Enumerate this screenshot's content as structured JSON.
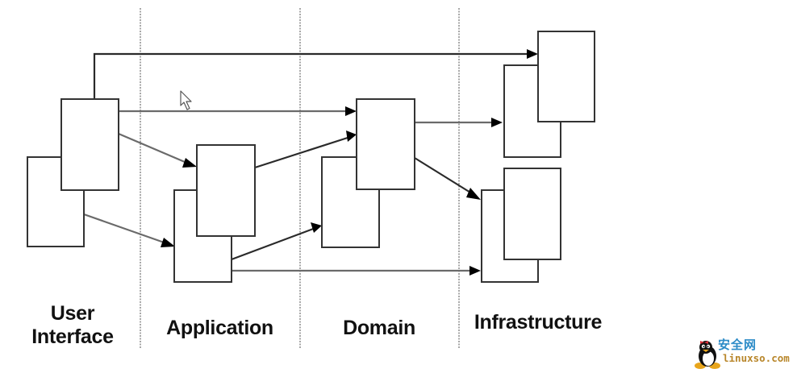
{
  "diagram": {
    "type": "layered-architecture",
    "layers": [
      {
        "id": "user-interface",
        "label": "User\nInterface",
        "label_lines": [
          "User",
          "Interface"
        ]
      },
      {
        "id": "application",
        "label": "Application"
      },
      {
        "id": "domain",
        "label": "Domain"
      },
      {
        "id": "infrastructure",
        "label": "Infrastructure"
      }
    ],
    "components": [
      {
        "id": "ui-back",
        "layer": "user-interface"
      },
      {
        "id": "ui-front",
        "layer": "user-interface"
      },
      {
        "id": "app-back",
        "layer": "application"
      },
      {
        "id": "app-front",
        "layer": "application"
      },
      {
        "id": "dom-back",
        "layer": "domain"
      },
      {
        "id": "dom-front",
        "layer": "domain"
      },
      {
        "id": "infra-a-back",
        "layer": "infrastructure"
      },
      {
        "id": "infra-a-front",
        "layer": "infrastructure"
      },
      {
        "id": "infra-b-back",
        "layer": "infrastructure"
      },
      {
        "id": "infra-b-front",
        "layer": "infrastructure"
      }
    ],
    "edges": [
      {
        "from": "ui-front",
        "to": "infra-a-front"
      },
      {
        "from": "ui-front",
        "to": "dom-front"
      },
      {
        "from": "ui-front",
        "to": "app-front"
      },
      {
        "from": "ui-back",
        "to": "app-back"
      },
      {
        "from": "app-front",
        "to": "dom-front"
      },
      {
        "from": "app-back",
        "to": "dom-back"
      },
      {
        "from": "app-back",
        "to": "infra-b-back"
      },
      {
        "from": "dom-front",
        "to": "infra-a-back"
      },
      {
        "from": "dom-front",
        "to": "infra-b-back"
      }
    ]
  },
  "labels": {
    "user": "User",
    "interface": "Interface",
    "application": "Application",
    "domain": "Domain",
    "infrastructure": "Infrastructure"
  },
  "watermark": {
    "chinese": "安全网",
    "url": "linuxso.com",
    "icon": "penguin-icon"
  },
  "cursor": {
    "icon": "mouse-pointer-icon"
  }
}
